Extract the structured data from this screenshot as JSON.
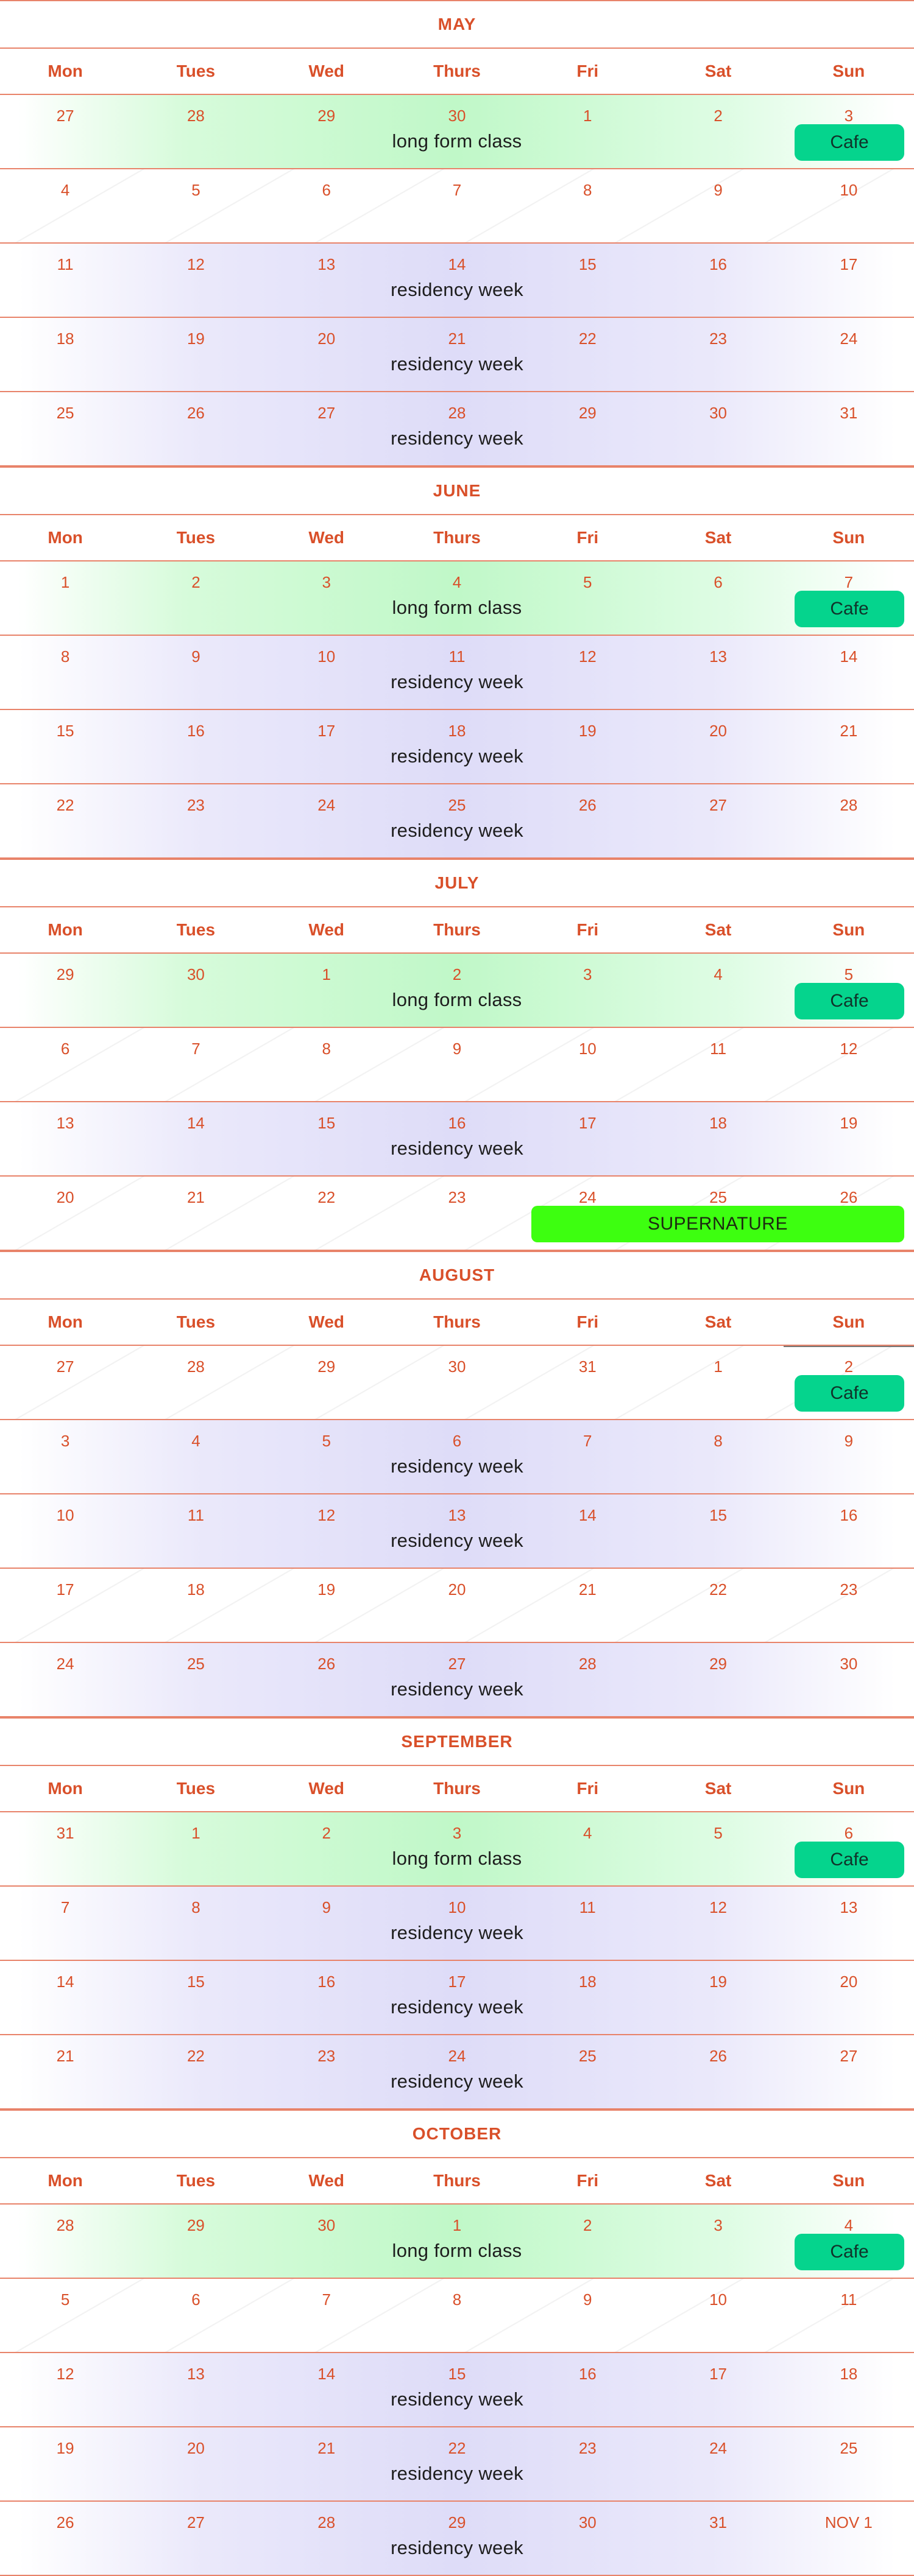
{
  "day_names": [
    "Mon",
    "Tues",
    "Wed",
    "Thurs",
    "Fri",
    "Sat",
    "Sun"
  ],
  "event_labels": {
    "long": "long form class",
    "res": "residency week",
    "cafe": "Cafe",
    "super": "SUPERNATURE"
  },
  "colors": {
    "accent_orange": "#d9502a",
    "rule": "#e8836a",
    "long_form_green": "#c0f8c8",
    "residency_lavender": "#dedcf8",
    "cafe_teal": "#05d48d",
    "supernature_green": "#3dff10"
  },
  "months": [
    {
      "title": "MAY",
      "weeks": [
        {
          "dates": [
            "27",
            "28",
            "29",
            "30",
            "1",
            "2",
            "3"
          ],
          "event": "long",
          "cafe": true
        },
        {
          "dates": [
            "4",
            "5",
            "6",
            "7",
            "8",
            "9",
            "10"
          ],
          "event": "empty"
        },
        {
          "dates": [
            "11",
            "12",
            "13",
            "14",
            "15",
            "16",
            "17"
          ],
          "event": "res"
        },
        {
          "dates": [
            "18",
            "19",
            "20",
            "21",
            "22",
            "23",
            "24"
          ],
          "event": "res"
        },
        {
          "dates": [
            "25",
            "26",
            "27",
            "28",
            "29",
            "30",
            "31"
          ],
          "event": "res"
        }
      ]
    },
    {
      "title": "JUNE",
      "weeks": [
        {
          "dates": [
            "1",
            "2",
            "3",
            "4",
            "5",
            "6",
            "7"
          ],
          "event": "long",
          "cafe": true
        },
        {
          "dates": [
            "8",
            "9",
            "10",
            "11",
            "12",
            "13",
            "14"
          ],
          "event": "res"
        },
        {
          "dates": [
            "15",
            "16",
            "17",
            "18",
            "19",
            "20",
            "21"
          ],
          "event": "res"
        },
        {
          "dates": [
            "22",
            "23",
            "24",
            "25",
            "26",
            "27",
            "28"
          ],
          "event": "res"
        }
      ]
    },
    {
      "title": "JULY",
      "weeks": [
        {
          "dates": [
            "29",
            "30",
            "1",
            "2",
            "3",
            "4",
            "5"
          ],
          "event": "long",
          "cafe": true
        },
        {
          "dates": [
            "6",
            "7",
            "8",
            "9",
            "10",
            "11",
            "12"
          ],
          "event": "empty"
        },
        {
          "dates": [
            "13",
            "14",
            "15",
            "16",
            "17",
            "18",
            "19"
          ],
          "event": "res"
        },
        {
          "dates": [
            "20",
            "21",
            "22",
            "23",
            "24",
            "25",
            "26"
          ],
          "event": "empty",
          "supernature": true
        }
      ]
    },
    {
      "title": "AUGUST",
      "weeks": [
        {
          "dates": [
            "27",
            "28",
            "29",
            "30",
            "31",
            "1",
            "2"
          ],
          "event": "empty",
          "cafe": true,
          "cafe_topline": true
        },
        {
          "dates": [
            "3",
            "4",
            "5",
            "6",
            "7",
            "8",
            "9"
          ],
          "event": "res"
        },
        {
          "dates": [
            "10",
            "11",
            "12",
            "13",
            "14",
            "15",
            "16"
          ],
          "event": "res"
        },
        {
          "dates": [
            "17",
            "18",
            "19",
            "20",
            "21",
            "22",
            "23"
          ],
          "event": "empty"
        },
        {
          "dates": [
            "24",
            "25",
            "26",
            "27",
            "28",
            "29",
            "30"
          ],
          "event": "res"
        }
      ]
    },
    {
      "title": "SEPTEMBER",
      "weeks": [
        {
          "dates": [
            "31",
            "1",
            "2",
            "3",
            "4",
            "5",
            "6"
          ],
          "event": "long",
          "cafe": true
        },
        {
          "dates": [
            "7",
            "8",
            "9",
            "10",
            "11",
            "12",
            "13"
          ],
          "event": "res"
        },
        {
          "dates": [
            "14",
            "15",
            "16",
            "17",
            "18",
            "19",
            "20"
          ],
          "event": "res"
        },
        {
          "dates": [
            "21",
            "22",
            "23",
            "24",
            "25",
            "26",
            "27"
          ],
          "event": "res"
        }
      ]
    },
    {
      "title": "OCTOBER",
      "weeks": [
        {
          "dates": [
            "28",
            "29",
            "30",
            "1",
            "2",
            "3",
            "4"
          ],
          "event": "long",
          "cafe": true
        },
        {
          "dates": [
            "5",
            "6",
            "7",
            "8",
            "9",
            "10",
            "11"
          ],
          "event": "empty"
        },
        {
          "dates": [
            "12",
            "13",
            "14",
            "15",
            "16",
            "17",
            "18"
          ],
          "event": "res"
        },
        {
          "dates": [
            "19",
            "20",
            "21",
            "22",
            "23",
            "24",
            "25"
          ],
          "event": "res"
        },
        {
          "dates": [
            "26",
            "27",
            "28",
            "29",
            "30",
            "31",
            "NOV 1"
          ],
          "event": "res"
        }
      ]
    }
  ]
}
